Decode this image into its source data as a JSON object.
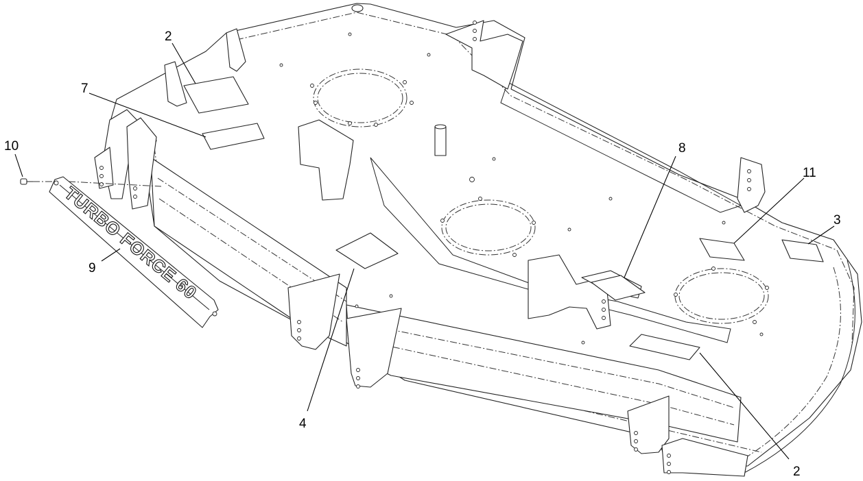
{
  "callouts": [
    {
      "id": "c2a",
      "label": "2"
    },
    {
      "id": "c7",
      "label": "7"
    },
    {
      "id": "c10",
      "label": "10"
    },
    {
      "id": "c9",
      "label": "9"
    },
    {
      "id": "c8",
      "label": "8"
    },
    {
      "id": "c11",
      "label": "11"
    },
    {
      "id": "c3",
      "label": "3"
    },
    {
      "id": "c4",
      "label": "4"
    },
    {
      "id": "c2b",
      "label": "2"
    }
  ],
  "emblem": {
    "text": "TURBO FORCE 60"
  }
}
